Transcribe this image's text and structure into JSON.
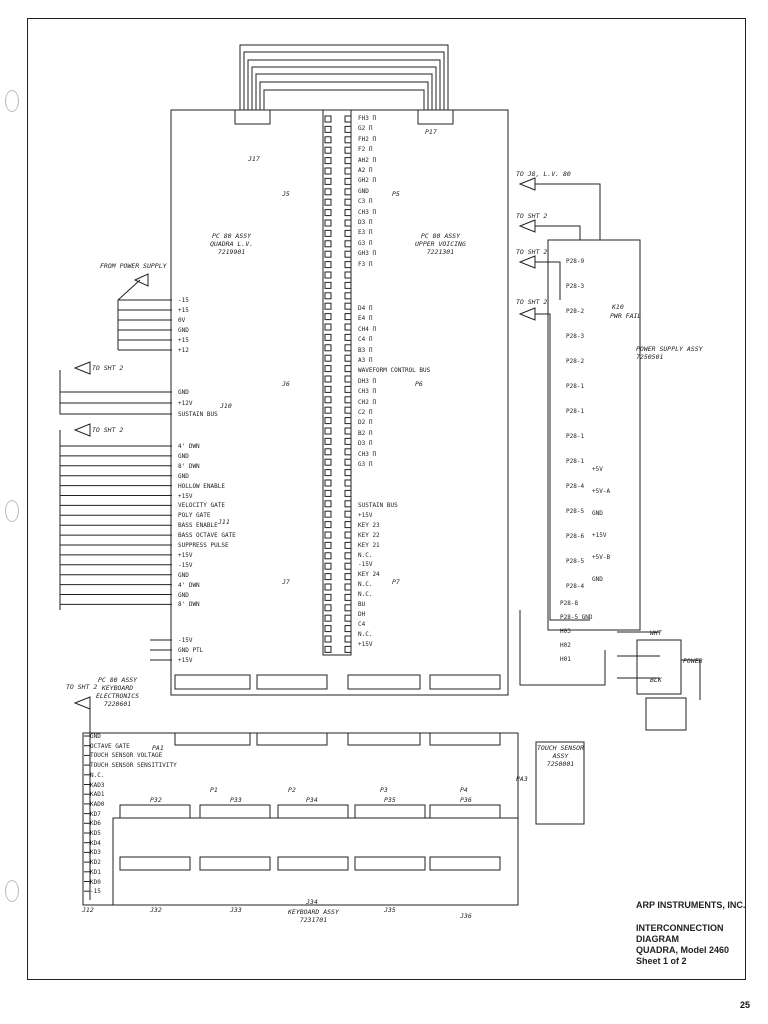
{
  "title_block": {
    "company": "ARP INSTRUMENTS, INC.",
    "drawing_title": "INTERCONNECTION DIAGRAM",
    "model": "QUADRA, Model  2460",
    "sheet": "Sheet 1 of 2"
  },
  "page_number": "25",
  "assemblies": {
    "pc80_quadra": [
      "PC 80 ASSY",
      "QUADRA L.V.",
      "7219901"
    ],
    "pc80_upper": [
      "PC 80 ASSY",
      "UPPER VOICING",
      "7221301"
    ],
    "pc80_keyboard": [
      "PC 80 ASSY",
      "KEYBOARD",
      "ELECTRONICS",
      "7220601"
    ],
    "power_supply": [
      "POWER SUPPLY ASSY",
      "7250501"
    ],
    "touch_sensor": [
      "TOUCH SENSOR",
      "ASSY",
      "7250001"
    ],
    "keyboard_assy": [
      "KEYBOARD ASSY",
      "7231701"
    ]
  },
  "labels": {
    "from_power_supply": "FROM POWER SUPPLY",
    "to_sht2_a": "TO SHT 2",
    "to_sht2_b": "TO SHT 2",
    "to_sht2_c": "TO SHT 2",
    "to_j8": "TO J8, L.V. 80",
    "to_sht2_ps1": "TO SHT 2",
    "to_sht2_ps2": "TO SHT 2",
    "to_sht2_ps3": "TO SHT 2",
    "power": "POWER",
    "wht": "WHT",
    "blk": "BLK",
    "pwr_fail": "PWR FAIL",
    "k10": "K10"
  },
  "connectors": {
    "j5": "J5",
    "p5": "P5",
    "j6": "J6",
    "p6": "P6",
    "j7": "J7",
    "p7": "P7",
    "j10": "J10",
    "j11": "J11",
    "j12": "J12",
    "j17": "J17",
    "p17": "P17",
    "p1": "P1",
    "p2": "P2",
    "p3": "P3",
    "p4": "P4",
    "p32": "P32",
    "p33": "P33",
    "p34": "P34",
    "p35": "P35",
    "p36": "P36",
    "j32": "J32",
    "j33": "J33",
    "j34": "J34",
    "j35": "J35",
    "j36": "J36",
    "pa1": "PA1",
    "pa3": "PA3"
  },
  "p5_signals": [
    "FH3 Π",
    "G2 Π",
    "FH2 Π",
    "F2 Π",
    "AH2 Π",
    "A2 Π",
    "GH2 Π",
    "GND",
    "C3 Π",
    "CH3 Π",
    "D3 Π",
    "E3 Π",
    "G3 Π",
    "GH3 Π",
    "F3 Π"
  ],
  "p6_signals": [
    "D4 Π",
    "E4 Π",
    "CH4 Π",
    "C4 Π",
    "B3 Π",
    "A3 Π",
    "WAVEFORM CONTROL BUS",
    "DH3 Π",
    "CH3 Π",
    "CH2 Π",
    "C2 Π",
    "D2 Π",
    "B2 Π",
    "D3 Π",
    "CH3 Π",
    "G3 Π"
  ],
  "p7_signals": [
    "SUSTAIN BUS",
    "+15V",
    "KEY 23",
    "KEY 22",
    "KEY 21",
    "N.C.",
    "-15V",
    "KEY 24",
    "N.C.",
    "N.C.",
    "BU",
    "DH",
    "C4",
    "N.C.",
    "+15V"
  ],
  "j9_signals": [
    "-15",
    "+15",
    "0V",
    "GND",
    "+15",
    "+12"
  ],
  "j10_signals": [
    "GND",
    "+12V",
    "SUSTAIN BUS"
  ],
  "j11_signals": [
    "4' DWN",
    "GND",
    "8' DWN",
    "GND",
    "HOLLOW ENABLE",
    "+15V",
    "VELOCITY GATE",
    "POLY GATE",
    "BASS ENABLE",
    "BASS OCTAVE GATE",
    "SUPPRESS PULSE",
    "+15V",
    "-15V",
    "GND",
    "4' DWN",
    "GND",
    "8' DWN"
  ],
  "j12_misc": [
    "-15V",
    "GND PTL",
    "+15V"
  ],
  "keyboard_signals": [
    "GND",
    "OCTAVE GATE",
    "TOUCH SENSOR VOLTAGE",
    "TOUCH SENSOR SENSITIVITY",
    "N.C.",
    "KAD3",
    "KAD1",
    "KAD0",
    "KD7",
    "KD6",
    "KD5",
    "KD4",
    "KD3",
    "KD2",
    "KD1",
    "KD0",
    "-15"
  ],
  "ps_pins": [
    "P28-9",
    "P28-3",
    "P28-2",
    "P28-3",
    "P28-2",
    "P28-1",
    "P28-1",
    "P28-1",
    "P28-1",
    "P28-4",
    "P28-5",
    "P28-6",
    "P28-5",
    "P28-4"
  ],
  "ps_outputs": [
    "+5V",
    "+5V-A",
    "GND",
    "+15V",
    "+5V-B",
    "GND"
  ],
  "ps_misc": [
    "P28-8",
    "P28-5 GND",
    "H03",
    "H02",
    "H01"
  ]
}
